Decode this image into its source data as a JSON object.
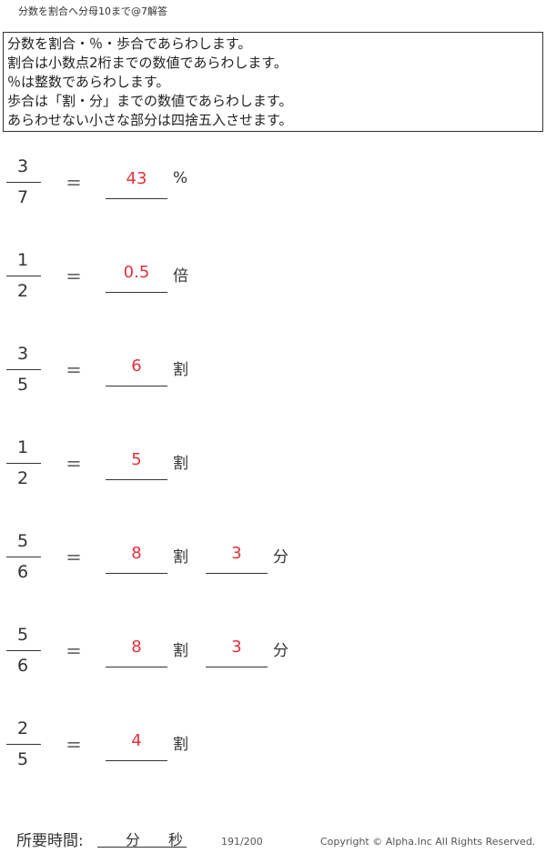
{
  "header": {
    "title": "分数を割合へ分母10まで@7解答"
  },
  "instructions": [
    "分数を割合・％・歩合であらわします。",
    "割合は小数点2桁までの数値であらわします。",
    "％は整数であらわします。",
    "歩合は「割・分」までの数値であらわします。",
    "あらわせない小さな部分は四捨五入させます。"
  ],
  "equals_sign": "＝",
  "problems": [
    {
      "num": "3",
      "den": "7",
      "answers": [
        {
          "value": "43",
          "unit": "%"
        }
      ]
    },
    {
      "num": "1",
      "den": "2",
      "answers": [
        {
          "value": "0.5",
          "unit": "倍"
        }
      ]
    },
    {
      "num": "3",
      "den": "5",
      "answers": [
        {
          "value": "6",
          "unit": "割"
        }
      ]
    },
    {
      "num": "1",
      "den": "2",
      "answers": [
        {
          "value": "5",
          "unit": "割"
        }
      ]
    },
    {
      "num": "5",
      "den": "6",
      "answers": [
        {
          "value": "8",
          "unit": "割"
        },
        {
          "value": "3",
          "unit": "分"
        }
      ]
    },
    {
      "num": "5",
      "den": "6",
      "answers": [
        {
          "value": "8",
          "unit": "割"
        },
        {
          "value": "3",
          "unit": "分"
        }
      ]
    },
    {
      "num": "2",
      "den": "5",
      "answers": [
        {
          "value": "4",
          "unit": "割"
        }
      ]
    }
  ],
  "footer": {
    "time_label": "所要時間:",
    "minutes_label": "分",
    "seconds_label": "秒",
    "page": "191/200",
    "copyright": "Copyright ©  Alpha.Inc All Rights Reserved."
  },
  "colors": {
    "answer": "#e2323c",
    "text": "#333333"
  }
}
